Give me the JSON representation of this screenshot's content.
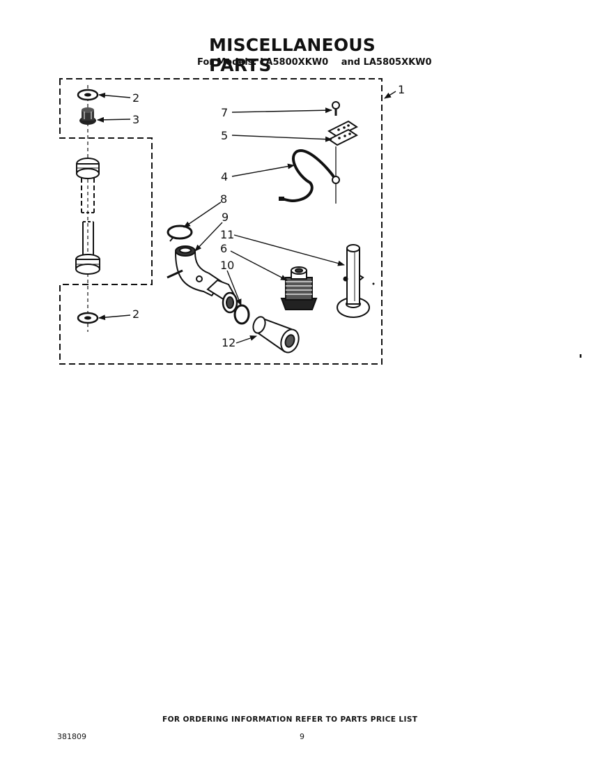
{
  "header": {
    "title": "MISCELLANEOUS PARTS",
    "models_prefix": "For Models:",
    "model_1": "LA5800XKW0",
    "conjunction": "and",
    "model_2": "LA5805XKW0"
  },
  "callouts": {
    "c1": "1",
    "c2_top": "2",
    "c3": "3",
    "c7": "7",
    "c5": "5",
    "c4": "4",
    "c8": "8",
    "c9": "9",
    "c11": "11",
    "c6": "6",
    "c10": "10",
    "c2_bottom": "2",
    "c12": "12"
  },
  "footer": {
    "ordering_note": "FOR ORDERING INFORMATION REFER TO PARTS PRICE LIST",
    "doc_number": "381809",
    "page_number": "9"
  }
}
